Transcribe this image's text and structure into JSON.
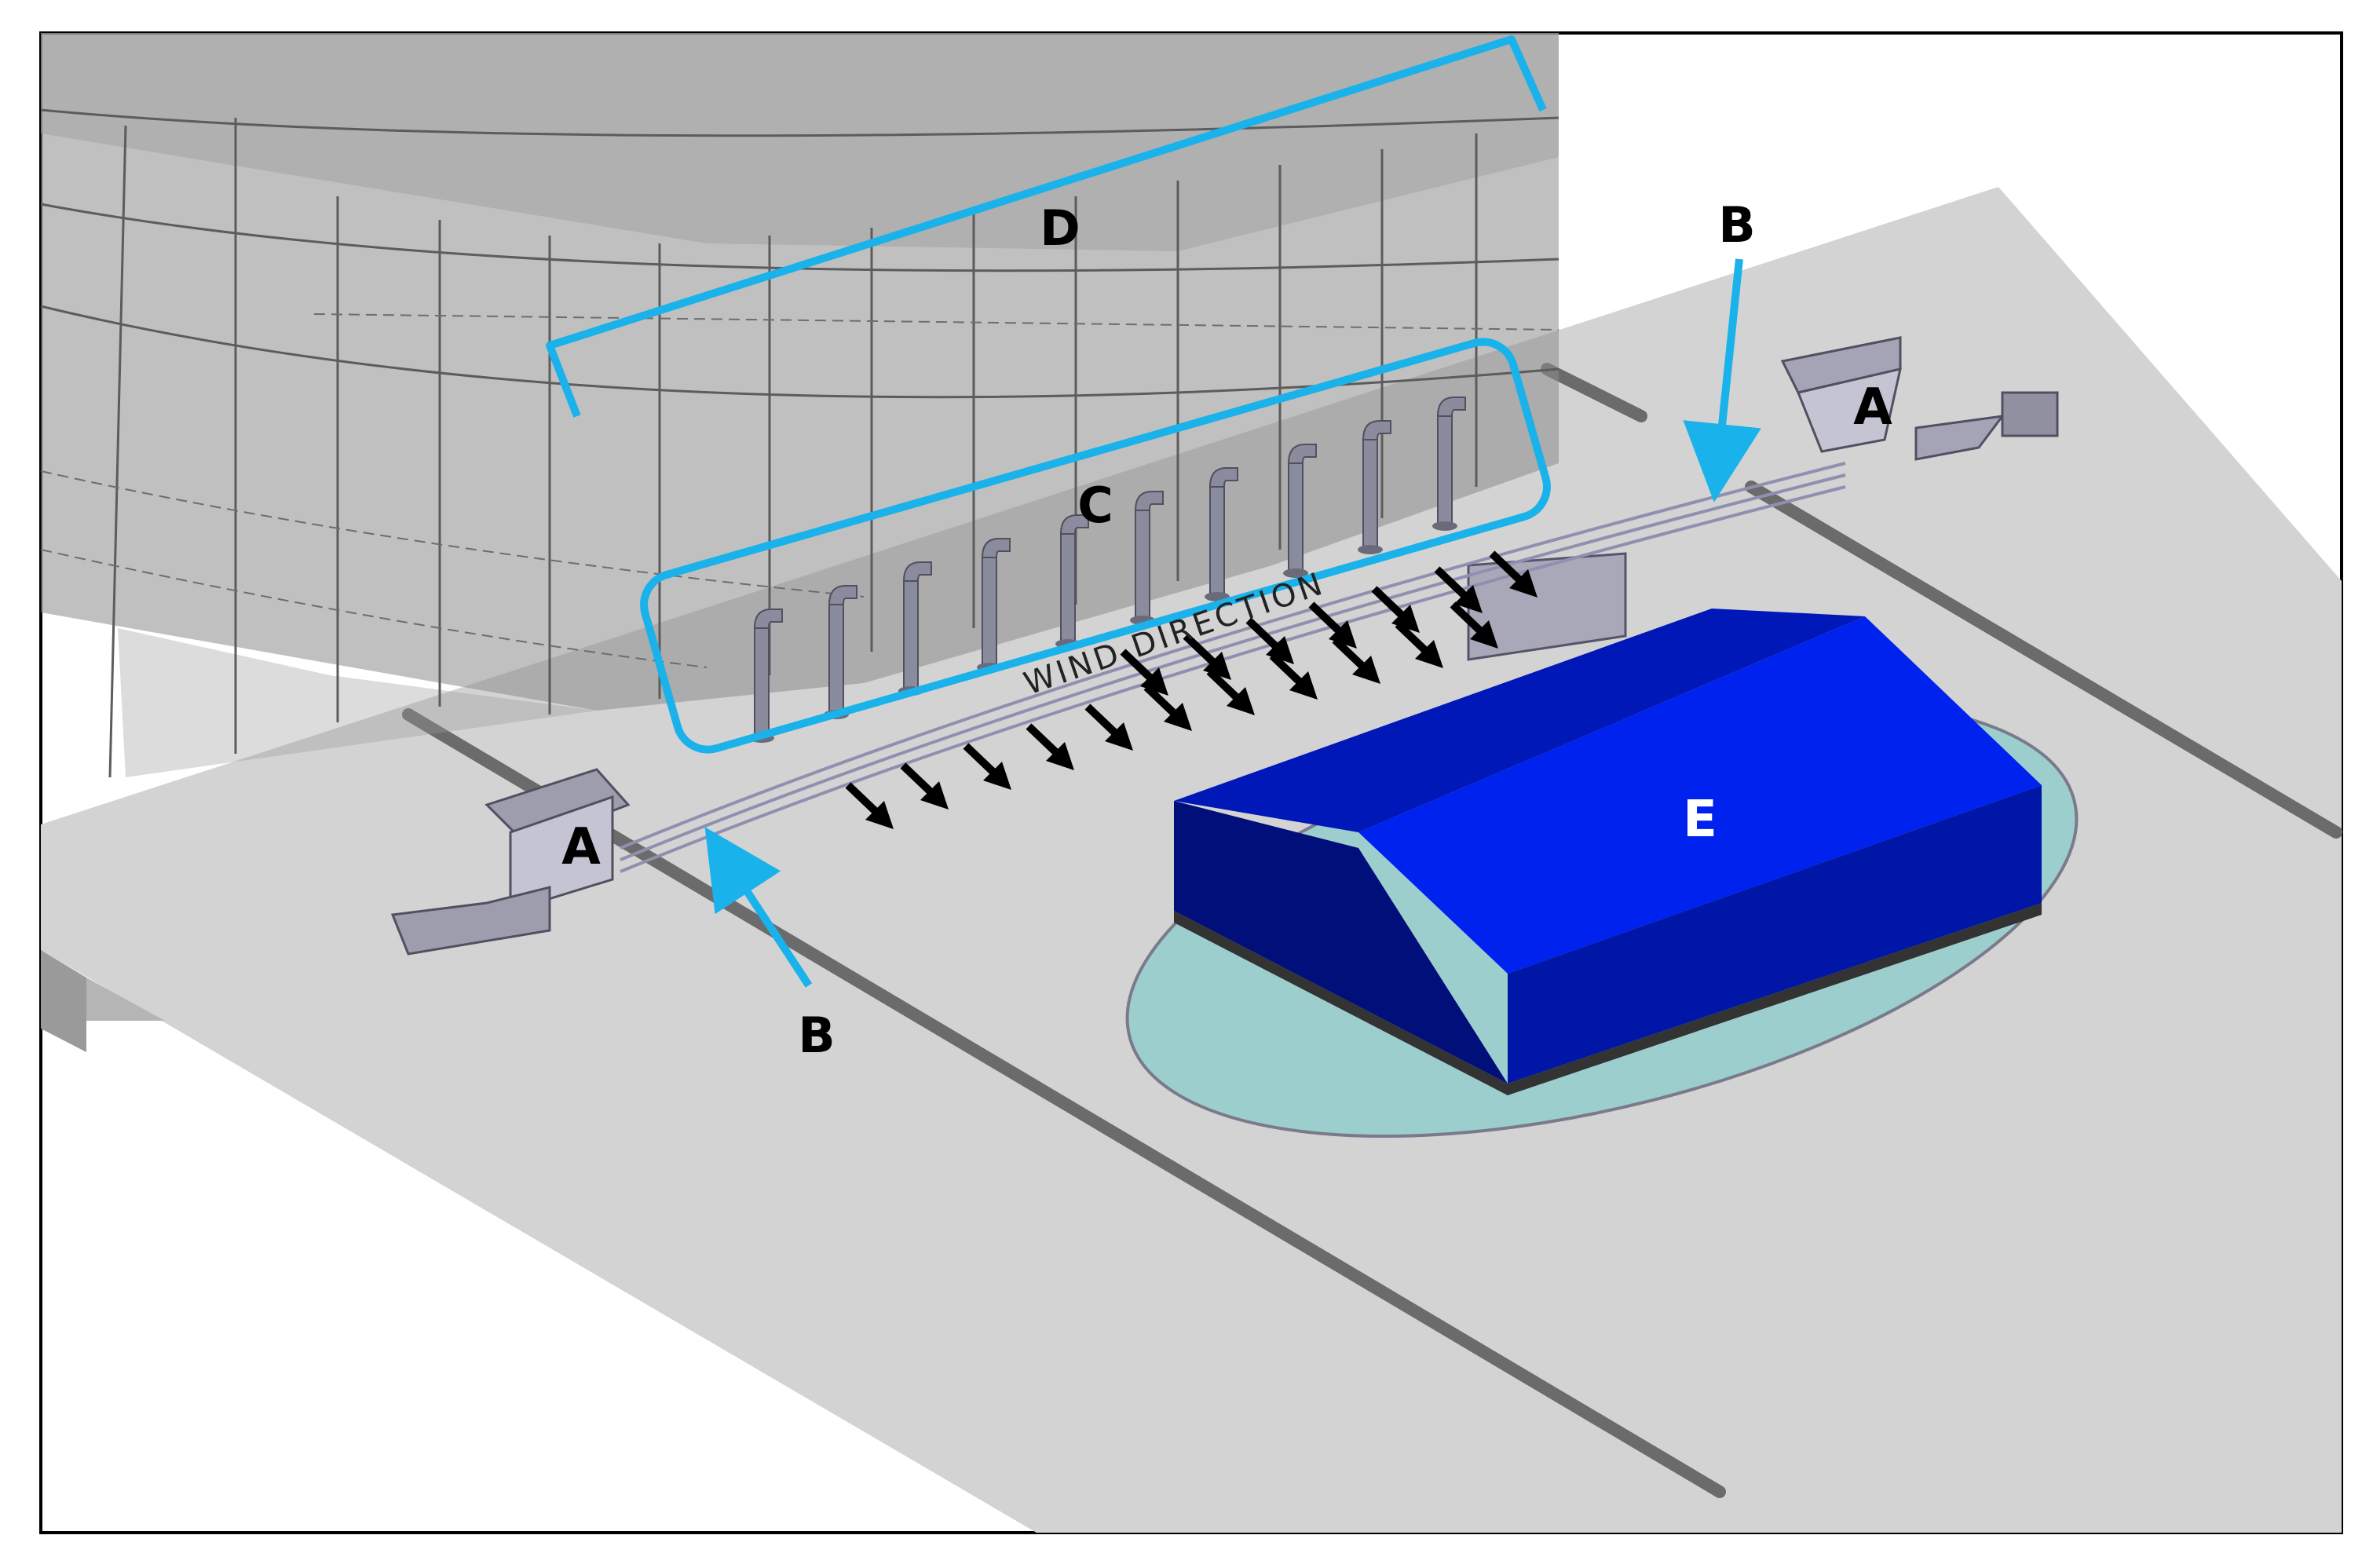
{
  "labels": {
    "hopper_left": "A",
    "hopper_right": "A",
    "conveyor_left": "B",
    "conveyor_right": "B",
    "nozzles": "C",
    "structure": "D",
    "building": "E",
    "wind": "WIND DIRECTION"
  },
  "colors": {
    "ground": "#d3d3d3",
    "slot": "#6b6b6b",
    "callout": "#1ab2ea",
    "building_roof": "#0022ee",
    "building_front": "#0016a6",
    "building_left": "#000f7a",
    "turntable": "#9dcece",
    "arrow": "#000000",
    "structure_fill": "#8c8c8c"
  }
}
